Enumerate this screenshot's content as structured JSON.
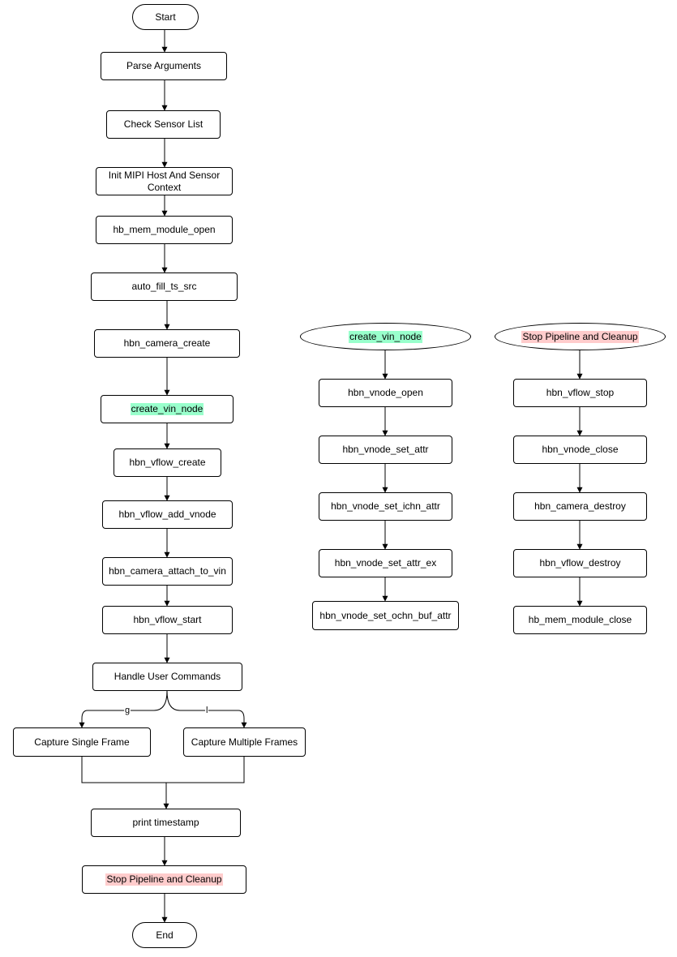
{
  "main_flow": {
    "start": "Start",
    "parse": "Parse Arguments",
    "check_sensor": "Check Sensor List",
    "init_mipi": "Init MIPI Host And Sensor Context",
    "mem_open": "hb_mem_module_open",
    "auto_fill": "auto_fill_ts_src",
    "camera_create": "hbn_camera_create",
    "create_vin": "create_vin_node",
    "vflow_create": "hbn_vflow_create",
    "vflow_add": "hbn_vflow_add_vnode",
    "camera_attach": "hbn_camera_attach_to_vin",
    "vflow_start": "hbn_vflow_start",
    "handle_cmds": "Handle User Commands",
    "capture_single": "Capture Single Frame",
    "capture_multi": "Capture Multiple Frames",
    "print_ts": "print timestamp",
    "stop_cleanup": "Stop Pipeline and Cleanup",
    "end": "End",
    "edge_g": "g",
    "edge_l": "l"
  },
  "vin_flow": {
    "title": "create_vin_node",
    "steps": [
      "hbn_vnode_open",
      "hbn_vnode_set_attr",
      "hbn_vnode_set_ichn_attr",
      "hbn_vnode_set_attr_ex",
      "hbn_vnode_set_ochn_buf_attr"
    ]
  },
  "cleanup_flow": {
    "title": "Stop Pipeline and Cleanup",
    "steps": [
      "hbn_vflow_stop",
      "hbn_vnode_close",
      "hbn_camera_destroy",
      "hbn_vflow_destroy",
      "hb_mem_module_close"
    ]
  },
  "colors": {
    "green_highlight": "#99ffcc",
    "pink_highlight": "#ffcccc"
  }
}
